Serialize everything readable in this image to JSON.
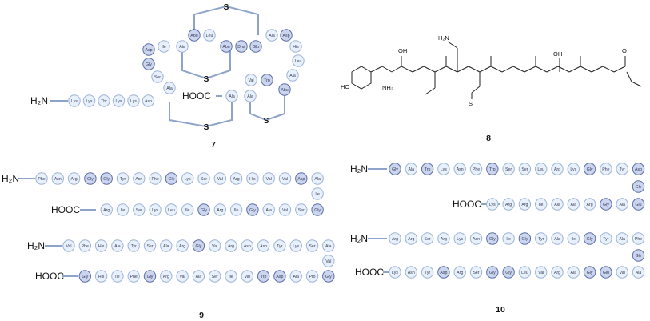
{
  "figure_labels": {
    "f7": "7",
    "f8": "8",
    "f9": "9",
    "f10": "10"
  },
  "terminals": {
    "n": "H₂N",
    "c": "HOOC"
  },
  "sulfur": "S",
  "chem8": {
    "nh2": "NH₂",
    "h2n": "H₂N",
    "oh": "OH",
    "ho": "HO",
    "s": "S",
    "o": "O"
  },
  "mol7": {
    "tail": [
      "Lys",
      "Lys",
      "Thr",
      "Lys",
      "Lys",
      "Asn"
    ],
    "ring_a": [
      "Ala",
      "Ser",
      "Gly",
      "Asp",
      "Ile",
      "Ala",
      "Abu",
      "Leu",
      "Abu",
      "Dha",
      "Glu"
    ],
    "ring_b": [
      "Ala",
      "Asp",
      "His",
      "Leu",
      "Ala",
      "Abu",
      "Trp",
      "Val"
    ],
    "c_term": [
      "Ala",
      "Ala"
    ]
  },
  "mol9": {
    "a_top": [
      "Phe",
      "Asn",
      "Arg",
      "Gly",
      "Gly",
      "Tyr",
      "Asn",
      "Phe",
      "Gly",
      "Lys",
      "Ser",
      "Val",
      "Arg",
      "His",
      "Val",
      "Val",
      "Asp",
      "Ala"
    ],
    "a_turn": [
      "Ile"
    ],
    "a_bottom": [
      "Gly",
      "Ser",
      "Val",
      "Ala",
      "Gly",
      "Ile",
      "Arg",
      "Gly",
      "Ile",
      "Leu",
      "Lys",
      "Ser",
      "Ile",
      "Arg"
    ],
    "b_top": [
      "Val",
      "Phe",
      "His",
      "Ala",
      "Tyr",
      "Ser",
      "Ala",
      "Arg",
      "Gly",
      "Val",
      "Arg",
      "Asn",
      "Asn",
      "Tyr",
      "Lys",
      "Ser",
      "Ala"
    ],
    "b_turn": [
      "Val"
    ],
    "b_bottom": [
      "Gly",
      "Pro",
      "Ala",
      "Asp",
      "Trp",
      "Val",
      "Ile",
      "Ser",
      "Ala",
      "Val",
      "Arg",
      "Gly",
      "Phe",
      "Ile",
      "His",
      "Gly"
    ]
  },
  "mol10": {
    "a_top": [
      "Gly",
      "Ala",
      "Trp",
      "Lys",
      "Asn",
      "Phe",
      "Trp",
      "Ser",
      "Ser",
      "Leu",
      "Arg",
      "Lys",
      "Gly",
      "Phe",
      "Tyr",
      "Asp"
    ],
    "a_turn": [
      "Gly"
    ],
    "a_bottom": [
      "Glu",
      "Ala",
      "Gly",
      "Arg",
      "Ala",
      "Ala",
      "Ile",
      "Arg",
      "Arg",
      "Lys"
    ],
    "b_top": [
      "Arg",
      "Arg",
      "Ser",
      "Arg",
      "Lys",
      "Asn",
      "Gly",
      "Ile",
      "Gly",
      "Tyr",
      "Ala",
      "Ile",
      "Gly",
      "Tyr",
      "Ala",
      "Phe"
    ],
    "b_turn": [
      "Gly"
    ],
    "b_bottom": [
      "Ala",
      "Val",
      "Glu",
      "Gly",
      "Ala",
      "Arg",
      "Val",
      "Leu",
      "Gly",
      "Gly",
      "Ser",
      "Arg",
      "Asp",
      "Tyr",
      "Asn",
      "Lys"
    ]
  },
  "colors": {
    "fill": "#e8f1fb",
    "stroke": "#9db3d6",
    "dark_fill": "#cbd6ee",
    "dark_stroke": "#5c6da8",
    "line": "#8ea3c9"
  }
}
